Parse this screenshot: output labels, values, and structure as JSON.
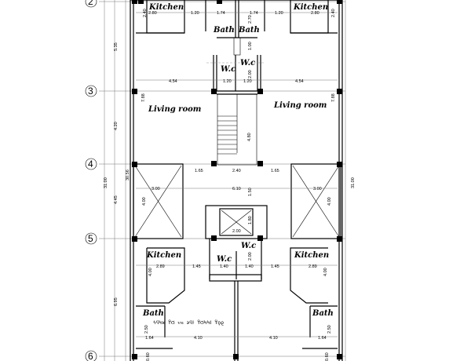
{
  "axes": [
    "2",
    "3",
    "4",
    "5",
    "6"
  ],
  "rooms": {
    "kitchen_top_left": "Kitchen",
    "kitchen_top_right": "Kitchen",
    "bath_top_left": "Bath",
    "bath_top_right": "Bath",
    "wc_top_left": "W.c",
    "wc_top_right": "W.c",
    "living_left": "Living room",
    "living_right": "Living room",
    "kitchen_bottom_left": "Kitchen",
    "kitchen_bottom_right": "Kitchen",
    "wc_bottom_left": "W.c",
    "wc_bottom_right": "W.c",
    "bath_bottom_left": "Bath",
    "bath_bottom_right": "Bath"
  },
  "dims": {
    "d_240a": "2.40",
    "d_280a": "2.80",
    "d_120a": "1.20",
    "d_174a": "1.74",
    "d_174b": "1.74",
    "d_270": "2.70",
    "d_120b": "1.20",
    "d_280b": "2.80",
    "d_240b": "2.40",
    "d_100": "1.00",
    "d_200a": "2.00",
    "d_454a": "4.54",
    "d_120c": "1.20",
    "d_120d": "1.20",
    "d_454b": "4.54",
    "d_788a": "7.88",
    "d_788b": "7.88",
    "d_535": "5.35",
    "d_420": "4.20",
    "d_445": "4.45",
    "d_695": "6.95",
    "d_3100a": "31.00",
    "d_3056": "30.56",
    "d_3100b": "31.00",
    "d_480": "4.80",
    "d_165a": "1.65",
    "d_240c": "2.40",
    "d_165b": "1.65",
    "d_300a": "3.00",
    "d_400a": "4.00",
    "d_610": "6.10",
    "d_150": "1.50",
    "d_300b": "3.00",
    "d_400b": "4.00",
    "d_180": "1.80",
    "d_200b": "2.00",
    "d_200c": "2.00",
    "d_289a": "2.89",
    "d_145a": "1.45",
    "d_140a": "1.40",
    "d_140b": "1.40",
    "d_145b": "1.45",
    "d_289b": "2.89",
    "d_400c": "4.00",
    "d_400d": "4.00",
    "d_250a": "2.50",
    "d_250b": "2.50",
    "d_164a": "1.64",
    "d_410a": "4.10",
    "d_410b": "4.10",
    "d_164b": "1.64",
    "d_060a": "0.60",
    "d_060b": "0.60"
  },
  "note": "ϟϥϞϰ ϔϬ ⱱⲛ ϶ϥϯ ϔϬϞϞⅠ ϔϙϱ"
}
